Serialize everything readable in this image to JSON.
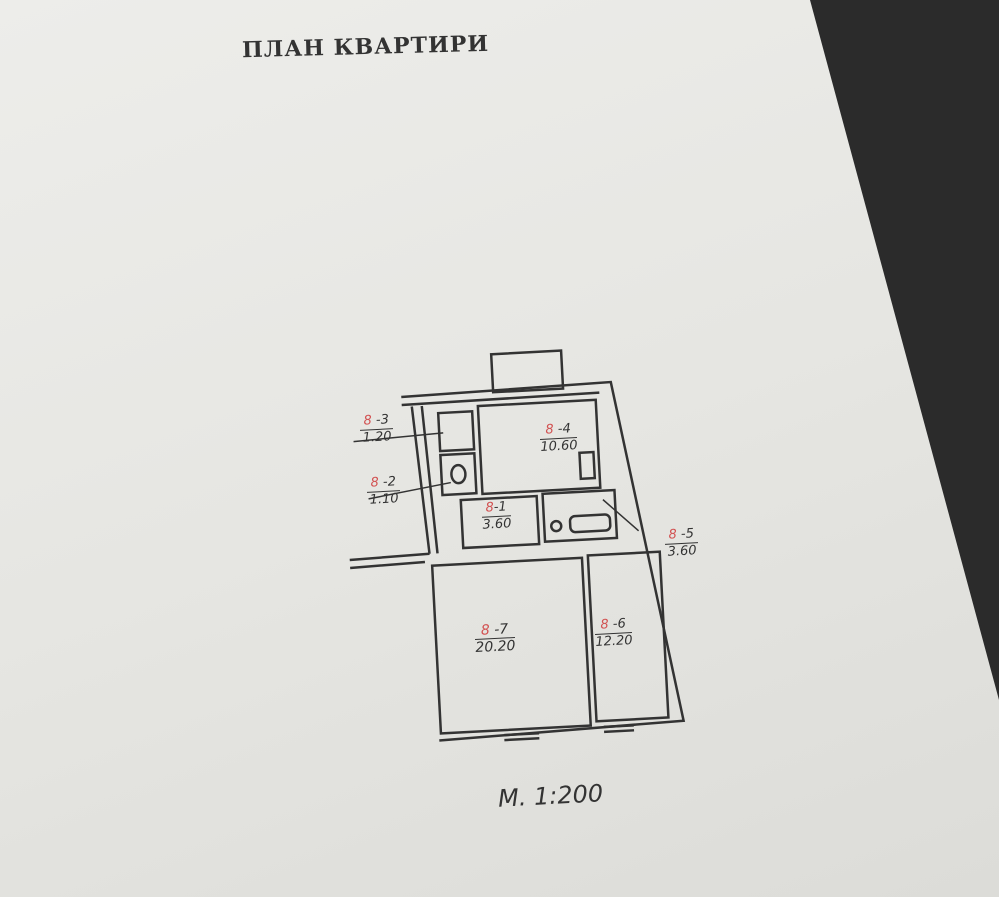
{
  "title": "ПЛАН КВАРТИРИ",
  "rooms": [
    {
      "prefix": "8",
      "id": "-1",
      "area": "3.60"
    },
    {
      "prefix": "8",
      "id": "-2",
      "area": "1.10"
    },
    {
      "prefix": "8",
      "id": "-3",
      "area": "1.20"
    },
    {
      "prefix": "8",
      "id": "-4",
      "area": "10.60"
    },
    {
      "prefix": "8",
      "id": "-5",
      "area": "3.60"
    },
    {
      "prefix": "8",
      "id": "-6",
      "area": "12.20"
    },
    {
      "prefix": "8",
      "id": "-7",
      "area": "20.20"
    }
  ],
  "scale": "М. 1:200"
}
